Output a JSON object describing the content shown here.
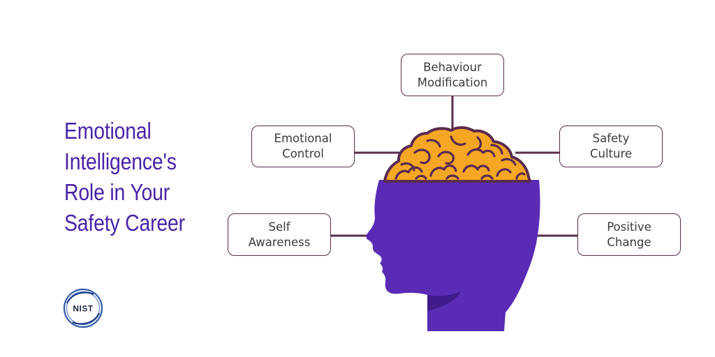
{
  "title": {
    "line1": "Emotional",
    "line2": "Intelligence's",
    "line3": "Role in Your",
    "line4": "Safety Career"
  },
  "nodes": {
    "behaviour_modification": {
      "line1": "Behaviour",
      "line2": "Modification"
    },
    "emotional_control": {
      "line1": "Emotional",
      "line2": "Control"
    },
    "safety_culture": {
      "line1": "Safety",
      "line2": "Culture"
    },
    "self_awareness": {
      "line1": "Self",
      "line2": "Awareness"
    },
    "positive_change": {
      "line1": "Positive",
      "line2": "Change"
    }
  },
  "logo": {
    "text": "NIST"
  },
  "colors": {
    "title": "#4a22a8",
    "head": "#5a2bb5",
    "brain": "#f5a623",
    "brain_outline": "#5a2b4f",
    "connector": "#5a2b4f",
    "box_border": "#5a2b4f",
    "logo_ring": "#2e5aa8"
  }
}
